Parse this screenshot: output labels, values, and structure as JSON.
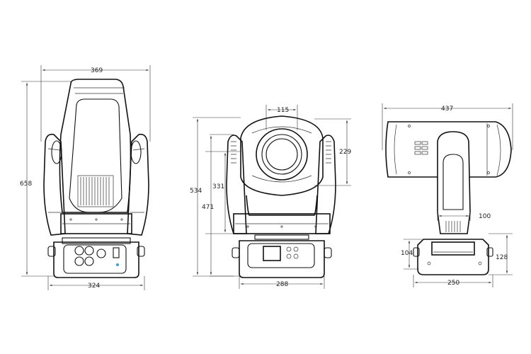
{
  "views": {
    "front": {
      "width_top": "369",
      "height_total": "658",
      "width_base": "324"
    },
    "side": {
      "lens_diameter": "115",
      "head_height": "229",
      "height_total": "534",
      "height_pivot": "331",
      "height_overall": "471",
      "width_base": "288"
    },
    "top": {
      "length_head": "437",
      "arm_width": "100",
      "base_height_left": "104",
      "base_height_right": "128",
      "width_base": "250"
    }
  },
  "colors": {
    "line": "#111111",
    "indicator": "#3aa0d8"
  }
}
